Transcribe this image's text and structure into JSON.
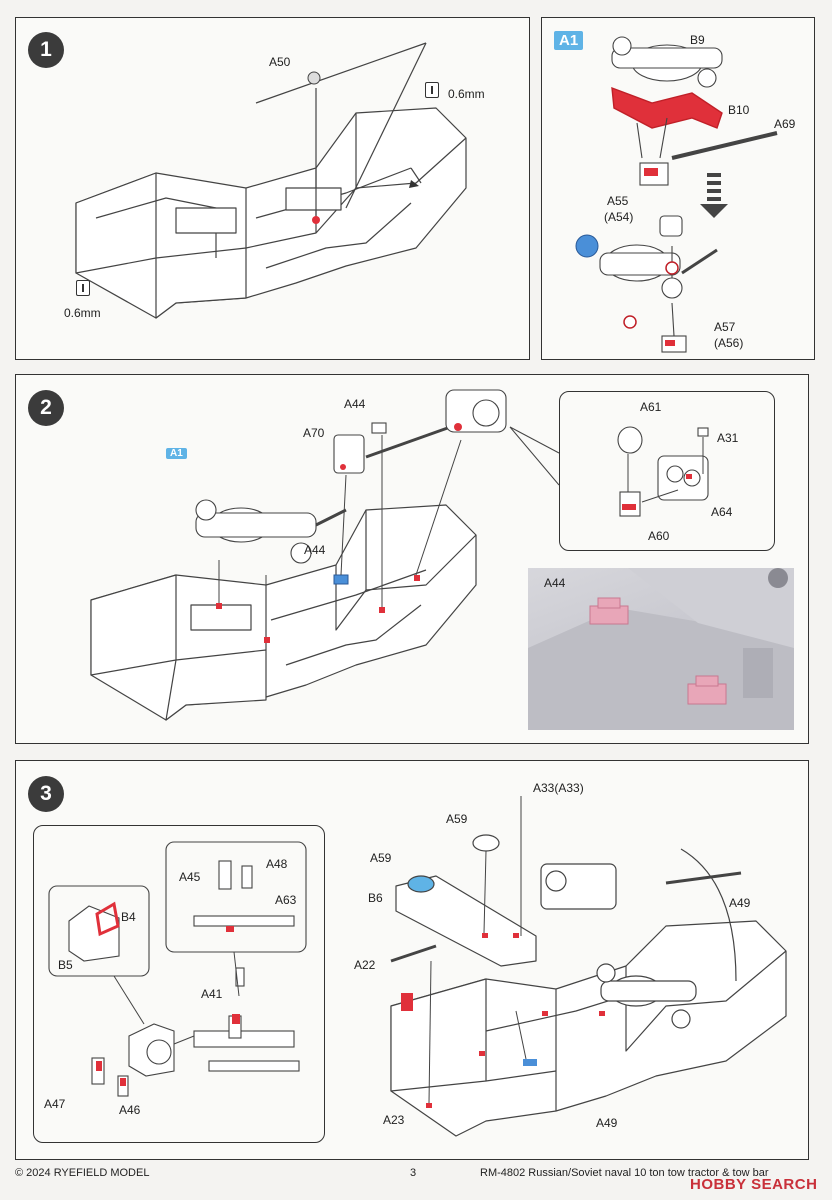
{
  "step1": {
    "number": "1",
    "labels": {
      "a50": "A50",
      "drill_top": "0.6mm",
      "drill_bottom": "0.6mm"
    },
    "inset": {
      "tag": "A1",
      "labels": {
        "b9": "B9",
        "b10": "B10",
        "a69": "A69",
        "a55": "A55",
        "a54": "(A54)",
        "a57": "A57",
        "a56": "(A56)"
      }
    }
  },
  "step2": {
    "number": "2",
    "labels": {
      "a44_top": "A44",
      "a70": "A70",
      "a44_mid": "A44",
      "a1": "A1"
    },
    "detail": {
      "labels": {
        "a61": "A61",
        "a31": "A31",
        "a64": "A64",
        "a60": "A60"
      }
    },
    "photo": {
      "label": "A44"
    }
  },
  "step3": {
    "number": "3",
    "subassembly": {
      "labels": {
        "b4": "B4",
        "b5": "B5",
        "a45": "A45",
        "a48": "A48",
        "a63": "A63",
        "a41": "A41",
        "a47": "A47",
        "a46": "A46"
      }
    },
    "main": {
      "labels": {
        "a33": "A33(A33)",
        "a59_top": "A59",
        "a59_left": "A59",
        "b6": "B6",
        "a22": "A22",
        "a49_right": "A49",
        "a23": "A23",
        "a49_bottom": "A49"
      }
    }
  },
  "footer": {
    "copyright": "© 2024 RYEFIELD MODEL",
    "page": "3",
    "title": "RM-4802 Russian/Soviet naval 10 ton tow tractor & tow bar",
    "watermark": "HOBBY SEARCH"
  },
  "colors": {
    "highlight_red": "#e0303a",
    "highlight_blue": "#4a8fd8",
    "tag_blue": "#5fb3e6",
    "pink_part": "#e8a6b8"
  }
}
